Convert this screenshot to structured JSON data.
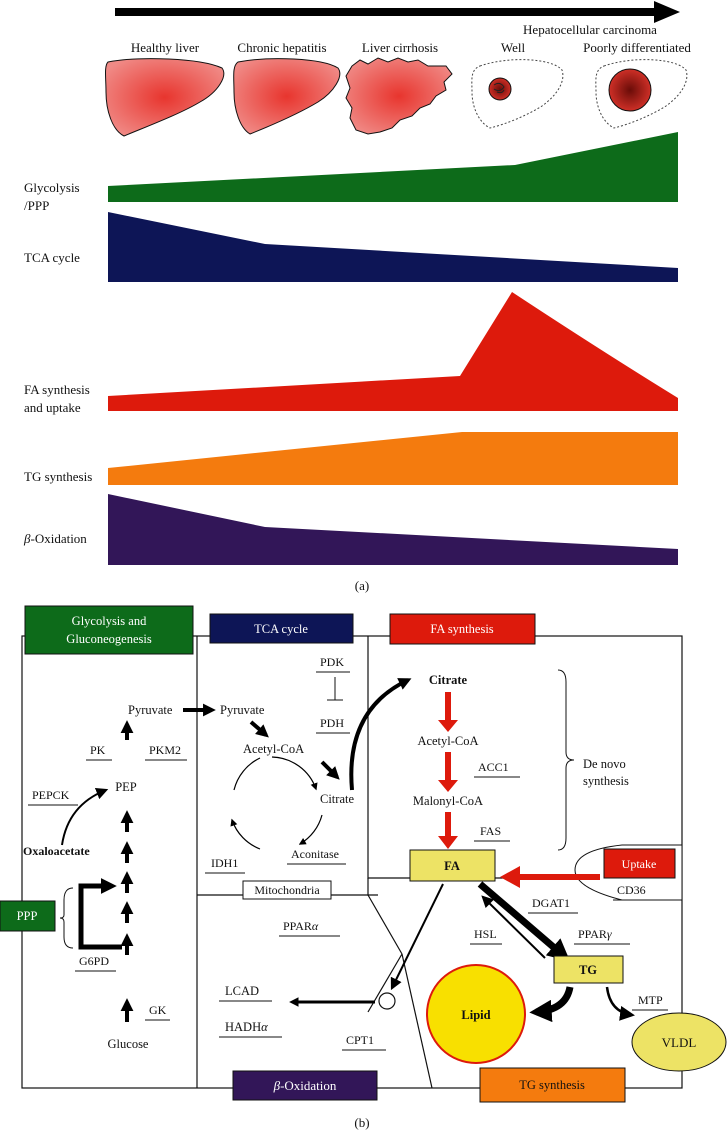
{
  "panel_a": {
    "stages": [
      "Healthy liver",
      "Chronic hepatitis",
      "Liver cirrhosis",
      "Well",
      "Poorly differentiated"
    ],
    "hcc_header": "Hepatocellular carcinoma",
    "rows": {
      "glycolysis": {
        "label1": "Glycolysis",
        "label2": "/PPP",
        "color": "#0d6b1a"
      },
      "tca": {
        "label": "TCA cycle",
        "color": "#0d1556"
      },
      "fa": {
        "label1": "FA synthesis",
        "label2": "and uptake",
        "color": "#dd1a0c"
      },
      "tg": {
        "label": "TG synthesis",
        "color": "#f47b0e"
      },
      "beta": {
        "label_greek": "β",
        "label_rest": "-Oxidation",
        "color": "#321658"
      }
    },
    "caption": "(a)"
  },
  "panel_b": {
    "headers": {
      "glycolysis1": "Glycolysis and",
      "glycolysis2": "Gluconeogenesis",
      "tca": "TCA cycle",
      "fa": "FA synthesis",
      "beta_greek": "β",
      "beta_rest": "-Oxidation",
      "tg": "TG synthesis",
      "ppp": "PPP",
      "uptake": "Uptake"
    },
    "colors": {
      "green": "#0d6b1a",
      "navy": "#0d1556",
      "red": "#dd1a0c",
      "purple": "#321658",
      "orange": "#f47b0e",
      "yellow_box": "#ede365",
      "lipid": "#f8e000"
    },
    "metabolites": {
      "pyruvate_left": "Pyruvate",
      "pyruvate_right": "Pyruvate",
      "pep": "PEP",
      "oxaloacetate": "Oxaloacetate",
      "glucose": "Glucose",
      "acetyl_coa": "Acetyl-CoA",
      "citrate_tca": "Citrate",
      "aconitase": "Aconitase",
      "mitochondria": "Mitochondria",
      "citrate_fa": "Citrate",
      "acetyl_coa_fa": "Acetyl-CoA",
      "malonyl_coa": "Malonyl-CoA",
      "fa": "FA",
      "tg": "TG",
      "lipid": "Lipid",
      "vldl": "VLDL"
    },
    "enzymes": {
      "pk": "PK",
      "pkm2": "PKM2",
      "pepck": "PEPCK",
      "g6pd": "G6PD",
      "gk": "GK",
      "pdk": "PDK",
      "pdh": "PDH",
      "idh1": "IDH1",
      "ppara_main": "PPAR",
      "ppara_greek": "α",
      "lcad": "LCAD",
      "hadha_main": "HADH",
      "hadha_greek": "α",
      "cpt1": "CPT1",
      "acc1": "ACC1",
      "fas": "FAS",
      "cd36": "CD36",
      "dgat1": "DGAT1",
      "hsl": "HSL",
      "pparg_main": "PPAR",
      "pparg_greek": "γ",
      "mtp": "MTP"
    },
    "de_novo1": "De novo",
    "de_novo2": "synthesis",
    "caption": "(b)"
  }
}
